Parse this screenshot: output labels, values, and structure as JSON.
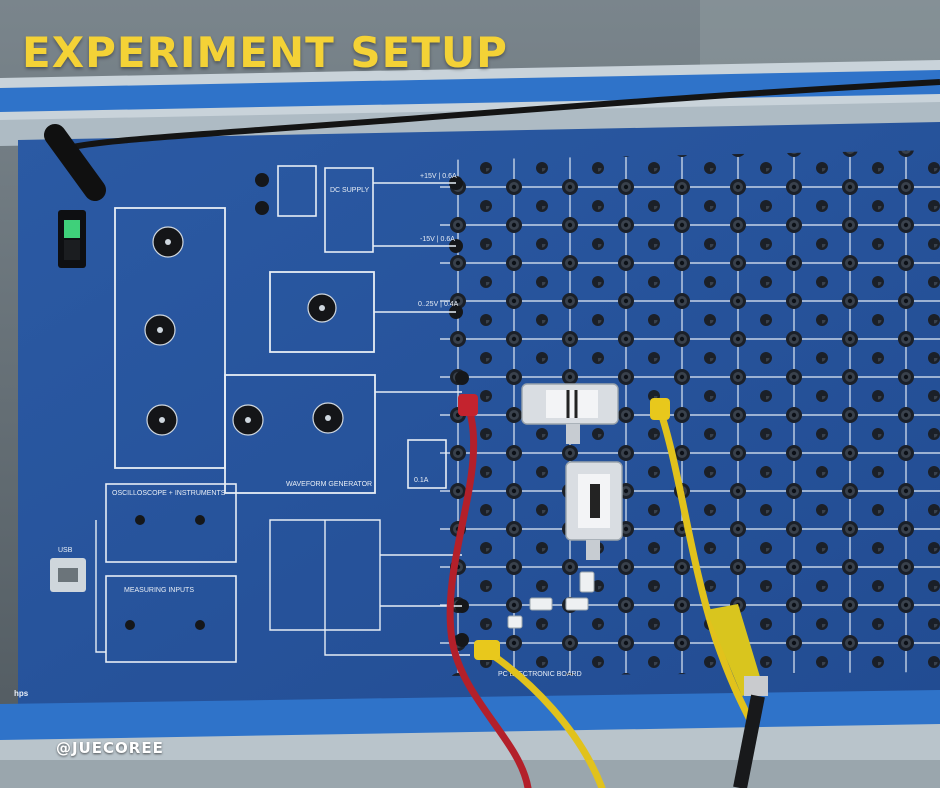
{
  "title": "EXPERIMENT SETUP",
  "watermark": "@JUECOREE",
  "panel": {
    "module_labels": [
      "DC SUPPLY",
      "WAVEFORM GENERATOR",
      "OSCILLOSCOPE + INSTRUMENTS",
      "MEASURING INPUTS",
      "PC ELECTRONIC BOARD"
    ],
    "supply_rails": [
      "+15V | 0.6A",
      "-15V | 0.6A",
      "0..25V | 0.4A"
    ],
    "output_label": "0.1A",
    "usb_label": "USB",
    "brand": "hps"
  },
  "colors": {
    "title": "#f4d236",
    "panel_blue": "#2a5aa6",
    "frame": "#2f73c9",
    "lead_red": "#b3202a",
    "lead_yellow": "#e1c21c"
  }
}
